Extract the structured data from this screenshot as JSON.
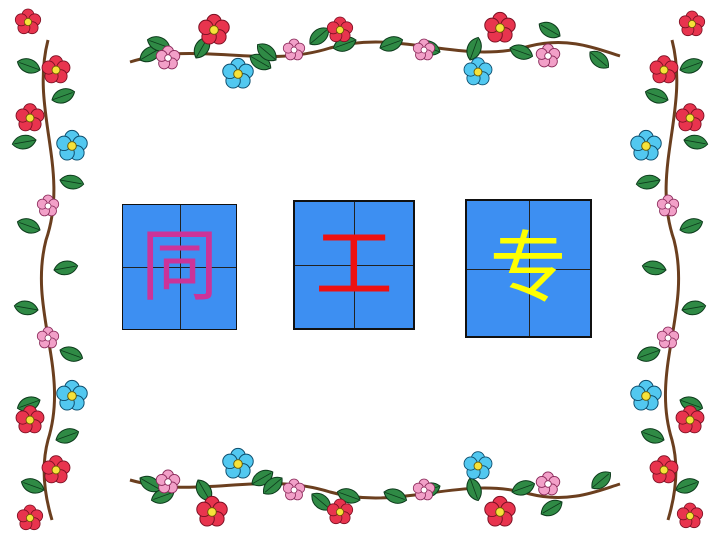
{
  "characters": [
    {
      "text": "同",
      "color": "#cc3399"
    },
    {
      "text": "工",
      "color": "#ee1111"
    },
    {
      "text": "专",
      "color": "#ffff00"
    }
  ],
  "colors": {
    "cell_background": "#3d8ff2",
    "grid_line": "#222222",
    "leaf": "#2f8a45",
    "vine": "#6b3f1f",
    "flower_red": "#e8344e",
    "flower_pink": "#f2a0c8",
    "flower_blue": "#52c8f0",
    "flower_center": "#f6e23a"
  },
  "icons": [
    "flower-icon",
    "leaf-icon",
    "vine"
  ]
}
